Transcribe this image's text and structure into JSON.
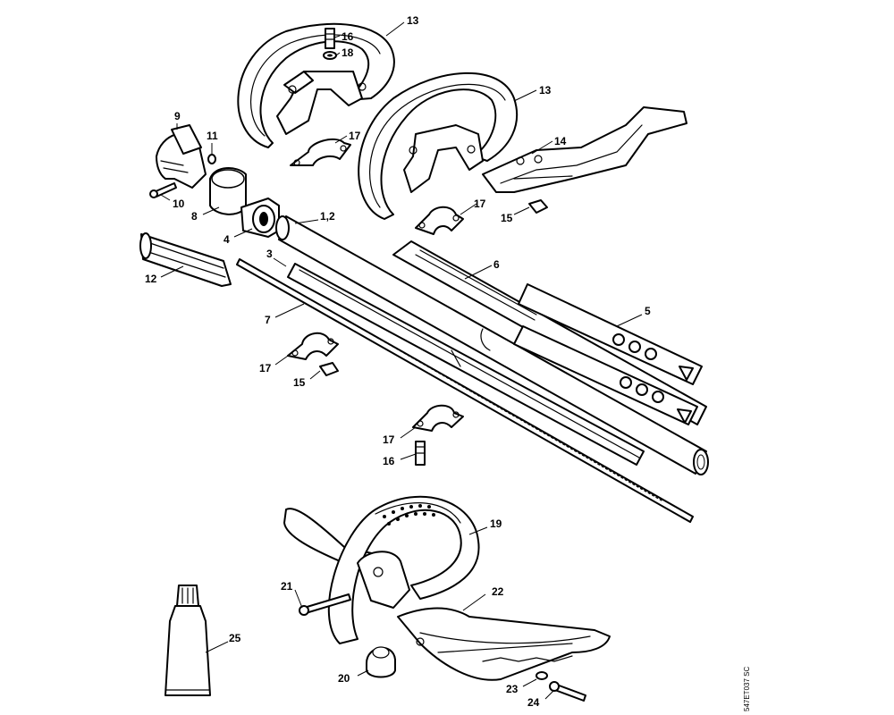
{
  "labels": {
    "l1_2": "1,2",
    "l3": "3",
    "l4": "4",
    "l5": "5",
    "l6": "6",
    "l7": "7",
    "l8": "8",
    "l9": "9",
    "l10": "10",
    "l11": "11",
    "l12": "12",
    "l13a": "13",
    "l13b": "13",
    "l14": "14",
    "l15a": "15",
    "l15b": "15",
    "l16a": "16",
    "l16b": "16",
    "l17a": "17",
    "l17b": "17",
    "l17c": "17",
    "l17d": "17",
    "l18": "18",
    "l19": "19",
    "l20": "20",
    "l21": "21",
    "l22": "22",
    "l23": "23",
    "l24": "24",
    "l25": "25"
  },
  "drawing_ref": "547ET037 SC"
}
